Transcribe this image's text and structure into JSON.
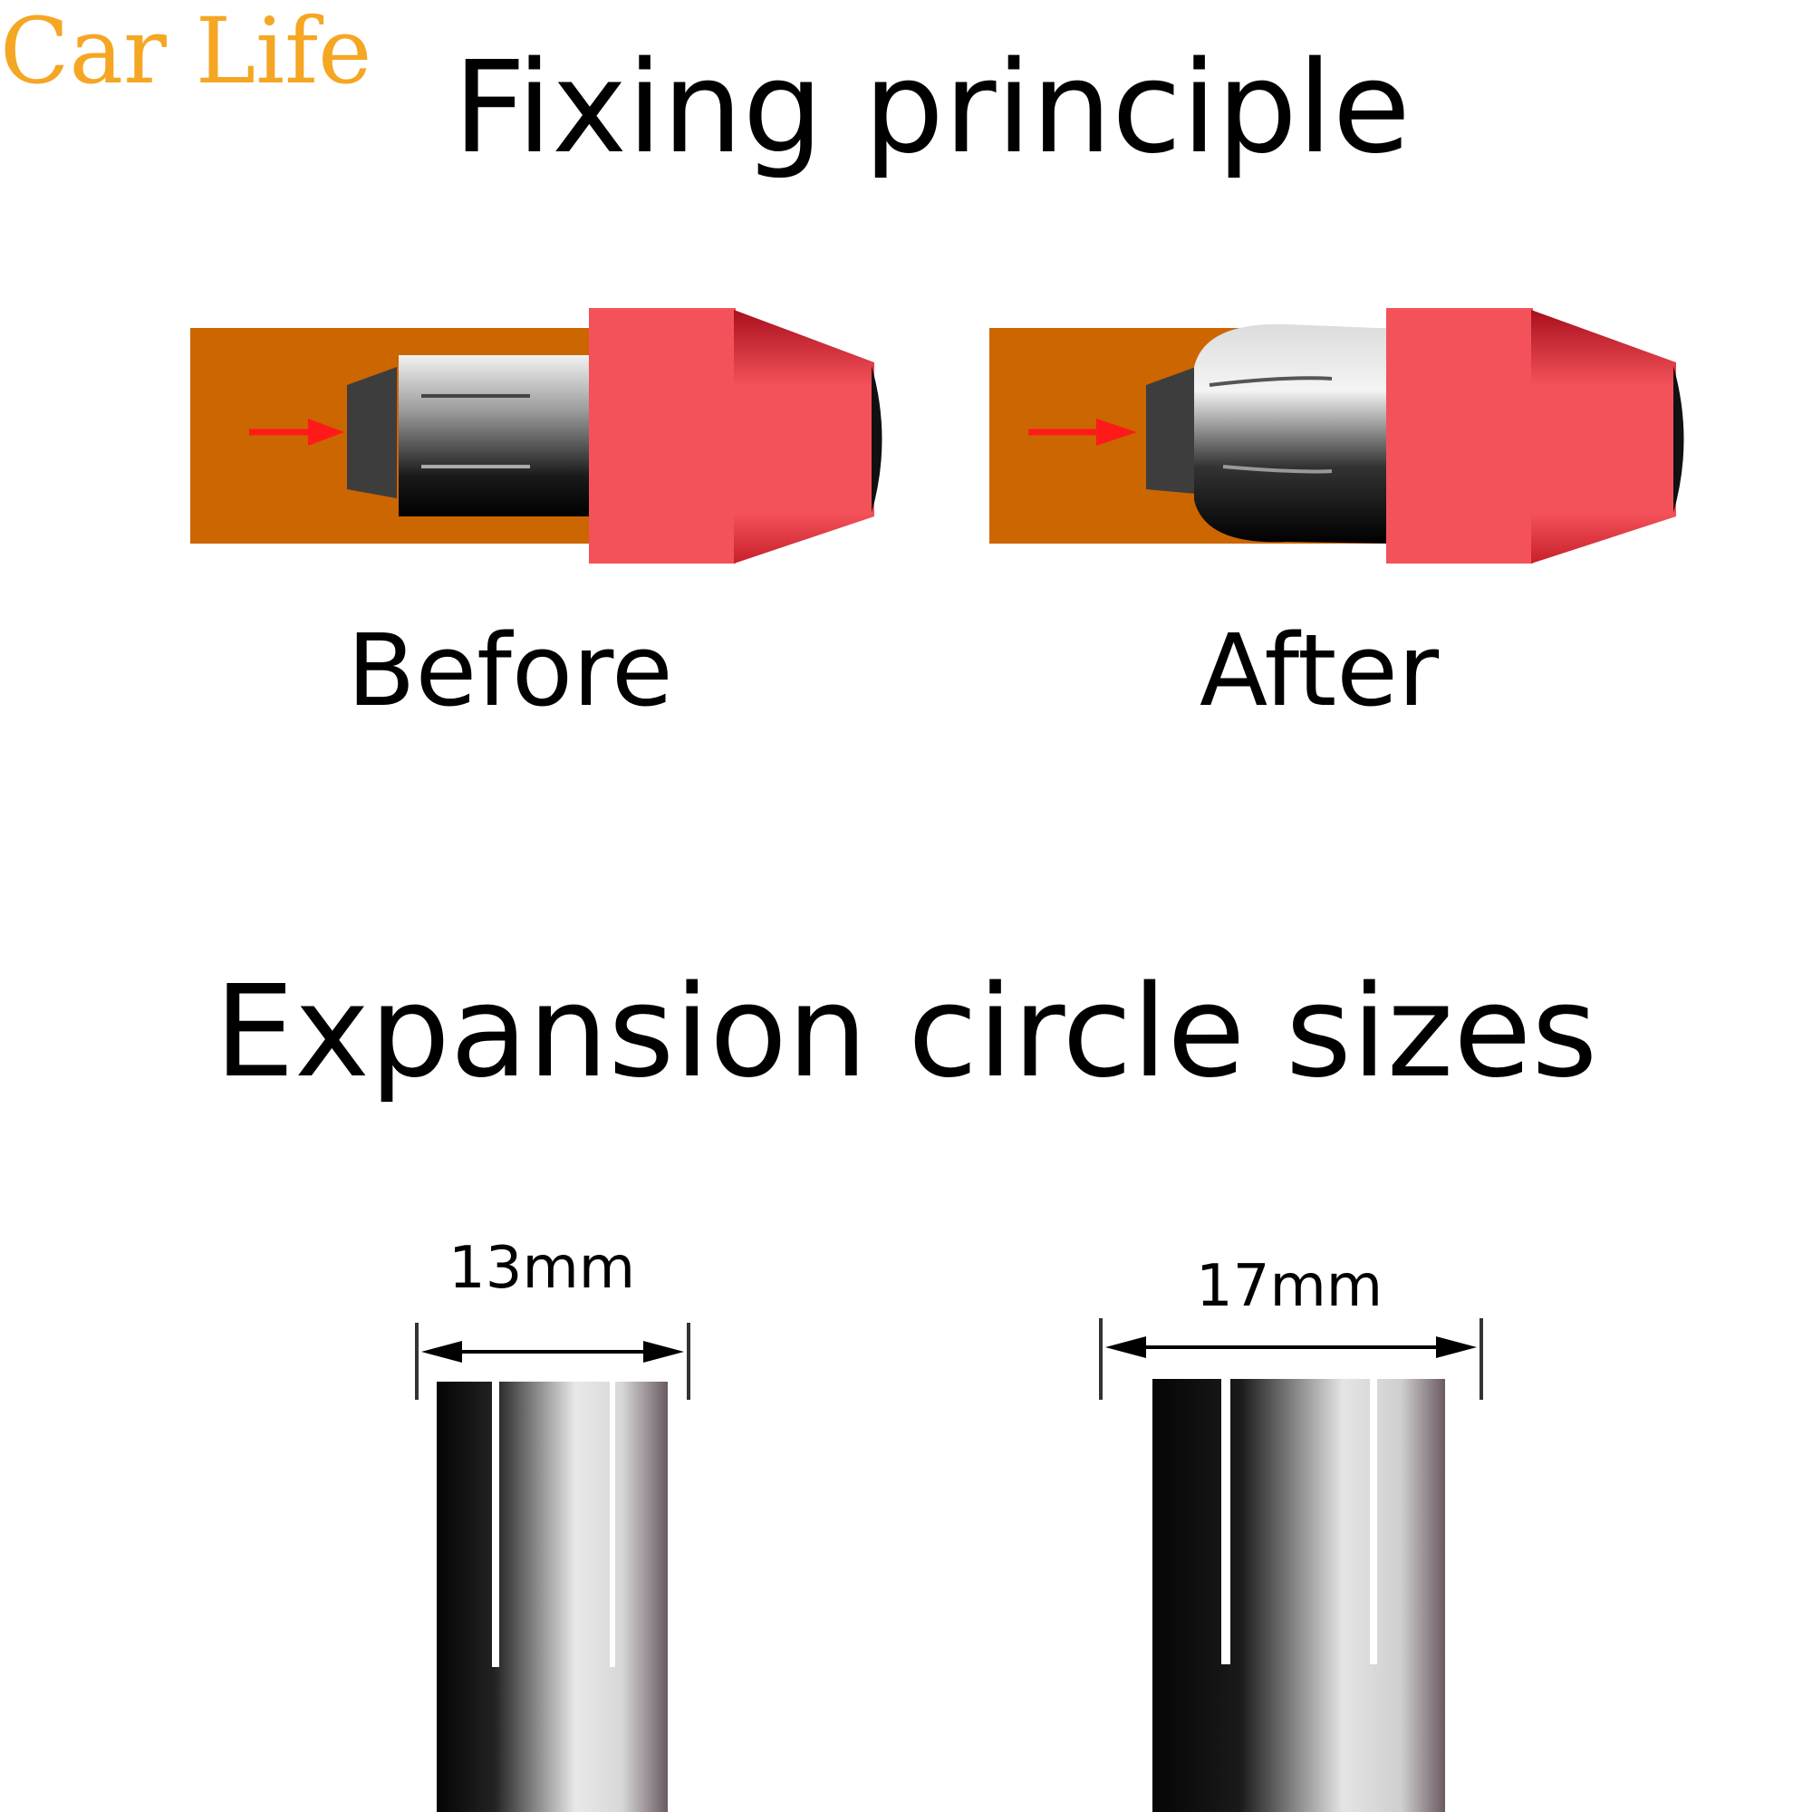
{
  "brand": {
    "text": "Car Life",
    "color": "#f5a623"
  },
  "section_fixing": {
    "title": "Fixing principle",
    "before_label": "Before",
    "after_label": "After"
  },
  "section_sizes": {
    "title": "Expansion circle sizes",
    "small_size": "13mm",
    "large_size": "17mm"
  },
  "colors": {
    "panel": "#cc6600",
    "plug": "#f4525a",
    "plug_dark": "#a8101c",
    "arrow": "#ff1a1a",
    "metal_dark": "#111111",
    "metal_light": "#dcdcdc"
  }
}
